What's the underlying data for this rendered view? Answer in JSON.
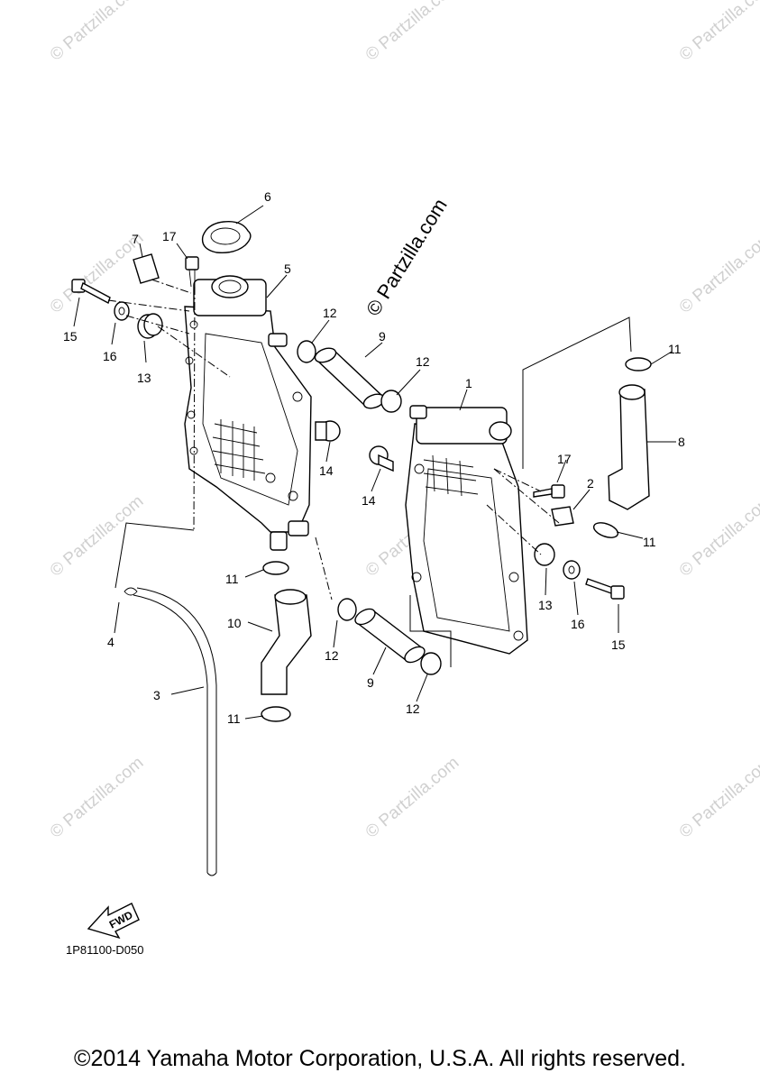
{
  "watermark": {
    "text": "© Partzilla.com"
  },
  "main_watermark": {
    "text": "© Partzilla.com"
  },
  "callouts": [
    "1",
    "2",
    "3",
    "4",
    "5",
    "6",
    "7",
    "8",
    "9",
    "9",
    "10",
    "11",
    "11",
    "11",
    "11",
    "12",
    "12",
    "12",
    "12",
    "13",
    "13",
    "14",
    "14",
    "15",
    "15",
    "16",
    "16",
    "17",
    "17"
  ],
  "fwd_label": "FWD",
  "catalog_code": "1P81100-D050",
  "copyright": "©2014 Yamaha Motor Corporation, U.S.A. All rights reserved."
}
